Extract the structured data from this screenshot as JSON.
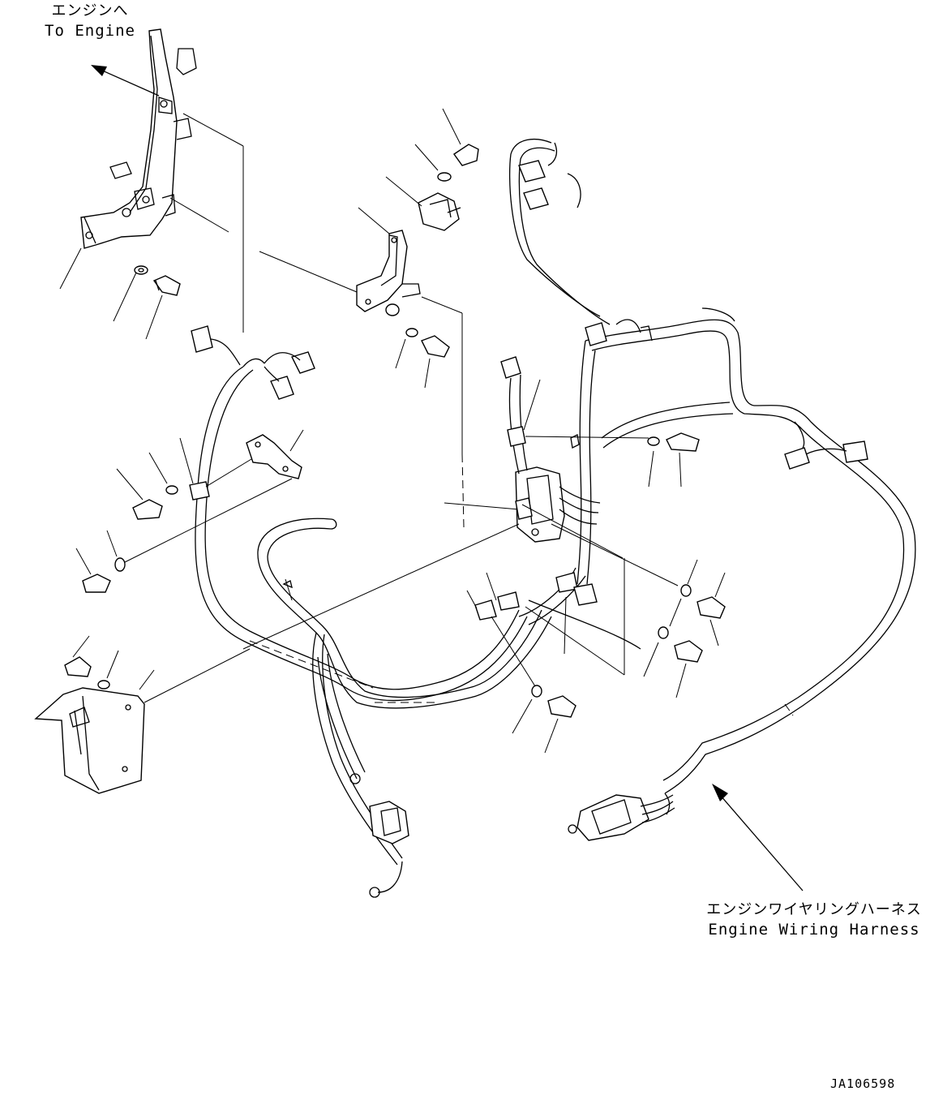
{
  "labels": {
    "to_engine_jp": "エンジンへ",
    "to_engine_en": "To Engine",
    "harness_jp": "エンジンワイヤリングハーネス",
    "harness_en": "Engine Wiring Harness",
    "drawing_code": "JA106598"
  }
}
